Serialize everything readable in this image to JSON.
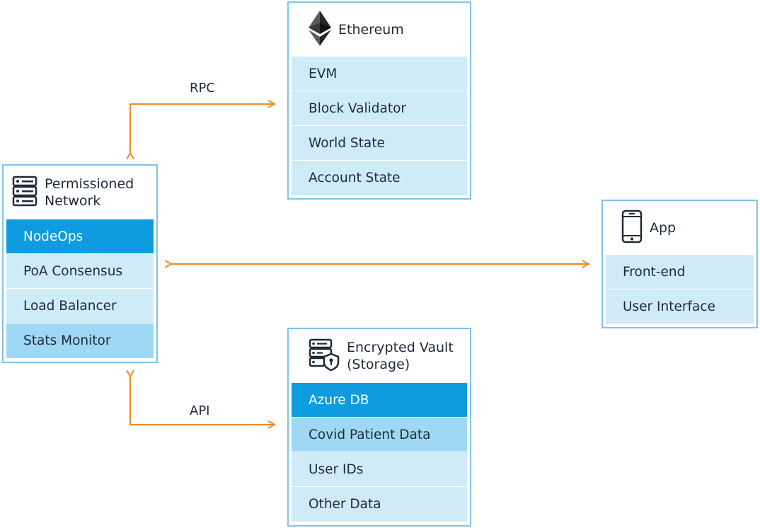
{
  "colors": {
    "arrow": "#ef8b22",
    "box_border": "#7ec4ea",
    "row_light": "#d0ebf8",
    "row_mid": "#9fd8f4",
    "row_dark": "#0f9bdf"
  },
  "ethereum": {
    "title": "Ethereum",
    "icon": "ethereum-logo-icon",
    "items": [
      "EVM",
      "Block Validator",
      "World State",
      "Account State"
    ]
  },
  "network": {
    "title": "Permissioned\nNetwork",
    "icon": "server-icon",
    "items": [
      "NodeOps",
      "PoA Consensus",
      "Load Balancer",
      "Stats Monitor"
    ]
  },
  "app": {
    "title": "App",
    "icon": "smartphone-icon",
    "items": [
      "Front-end",
      "User Interface"
    ]
  },
  "vault": {
    "title": "Encrypted Vault\n(Storage)",
    "icon": "server-lock-icon",
    "items": [
      "Azure DB",
      "Covid Patient Data",
      "User IDs",
      "Other Data"
    ]
  },
  "connections": {
    "rpc_label": "RPC",
    "api_label": "API"
  }
}
